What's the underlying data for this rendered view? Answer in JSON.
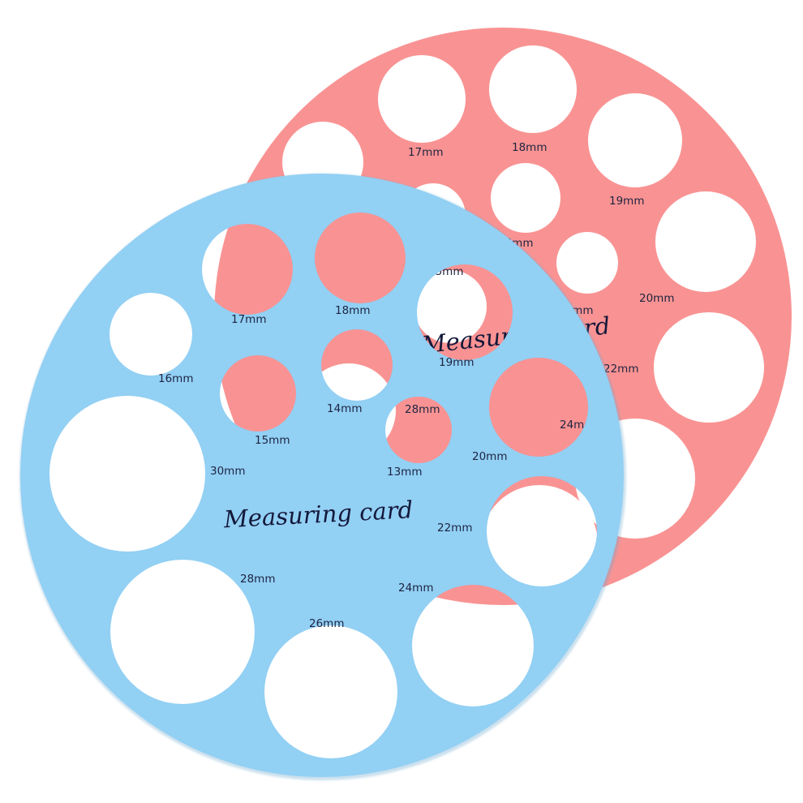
{
  "colors": {
    "pink_card": "#f99393",
    "blue_card": "#92d0f4",
    "label_text": "#1d2440",
    "title_text": "#14183a"
  },
  "pink_card": {
    "title": "Measuring card",
    "labels": {
      "l17": "17mm",
      "l18": "18mm",
      "l19": "19mm",
      "l14": "14mm",
      "l15": "15mm",
      "l13": "13mm",
      "l20": "20mm",
      "l22": "22mm",
      "l24": "24mm"
    }
  },
  "blue_card": {
    "title": "Measuring card",
    "labels": {
      "l17": "17mm",
      "l18": "18mm",
      "l19": "19mm",
      "l16": "16mm",
      "l14": "14mm",
      "l28a": "28mm",
      "l15": "15mm",
      "l30": "30mm",
      "l13": "13mm",
      "l20": "20mm",
      "l22": "22mm",
      "l28": "28mm",
      "l24": "24mm",
      "l26": "26mm"
    }
  }
}
